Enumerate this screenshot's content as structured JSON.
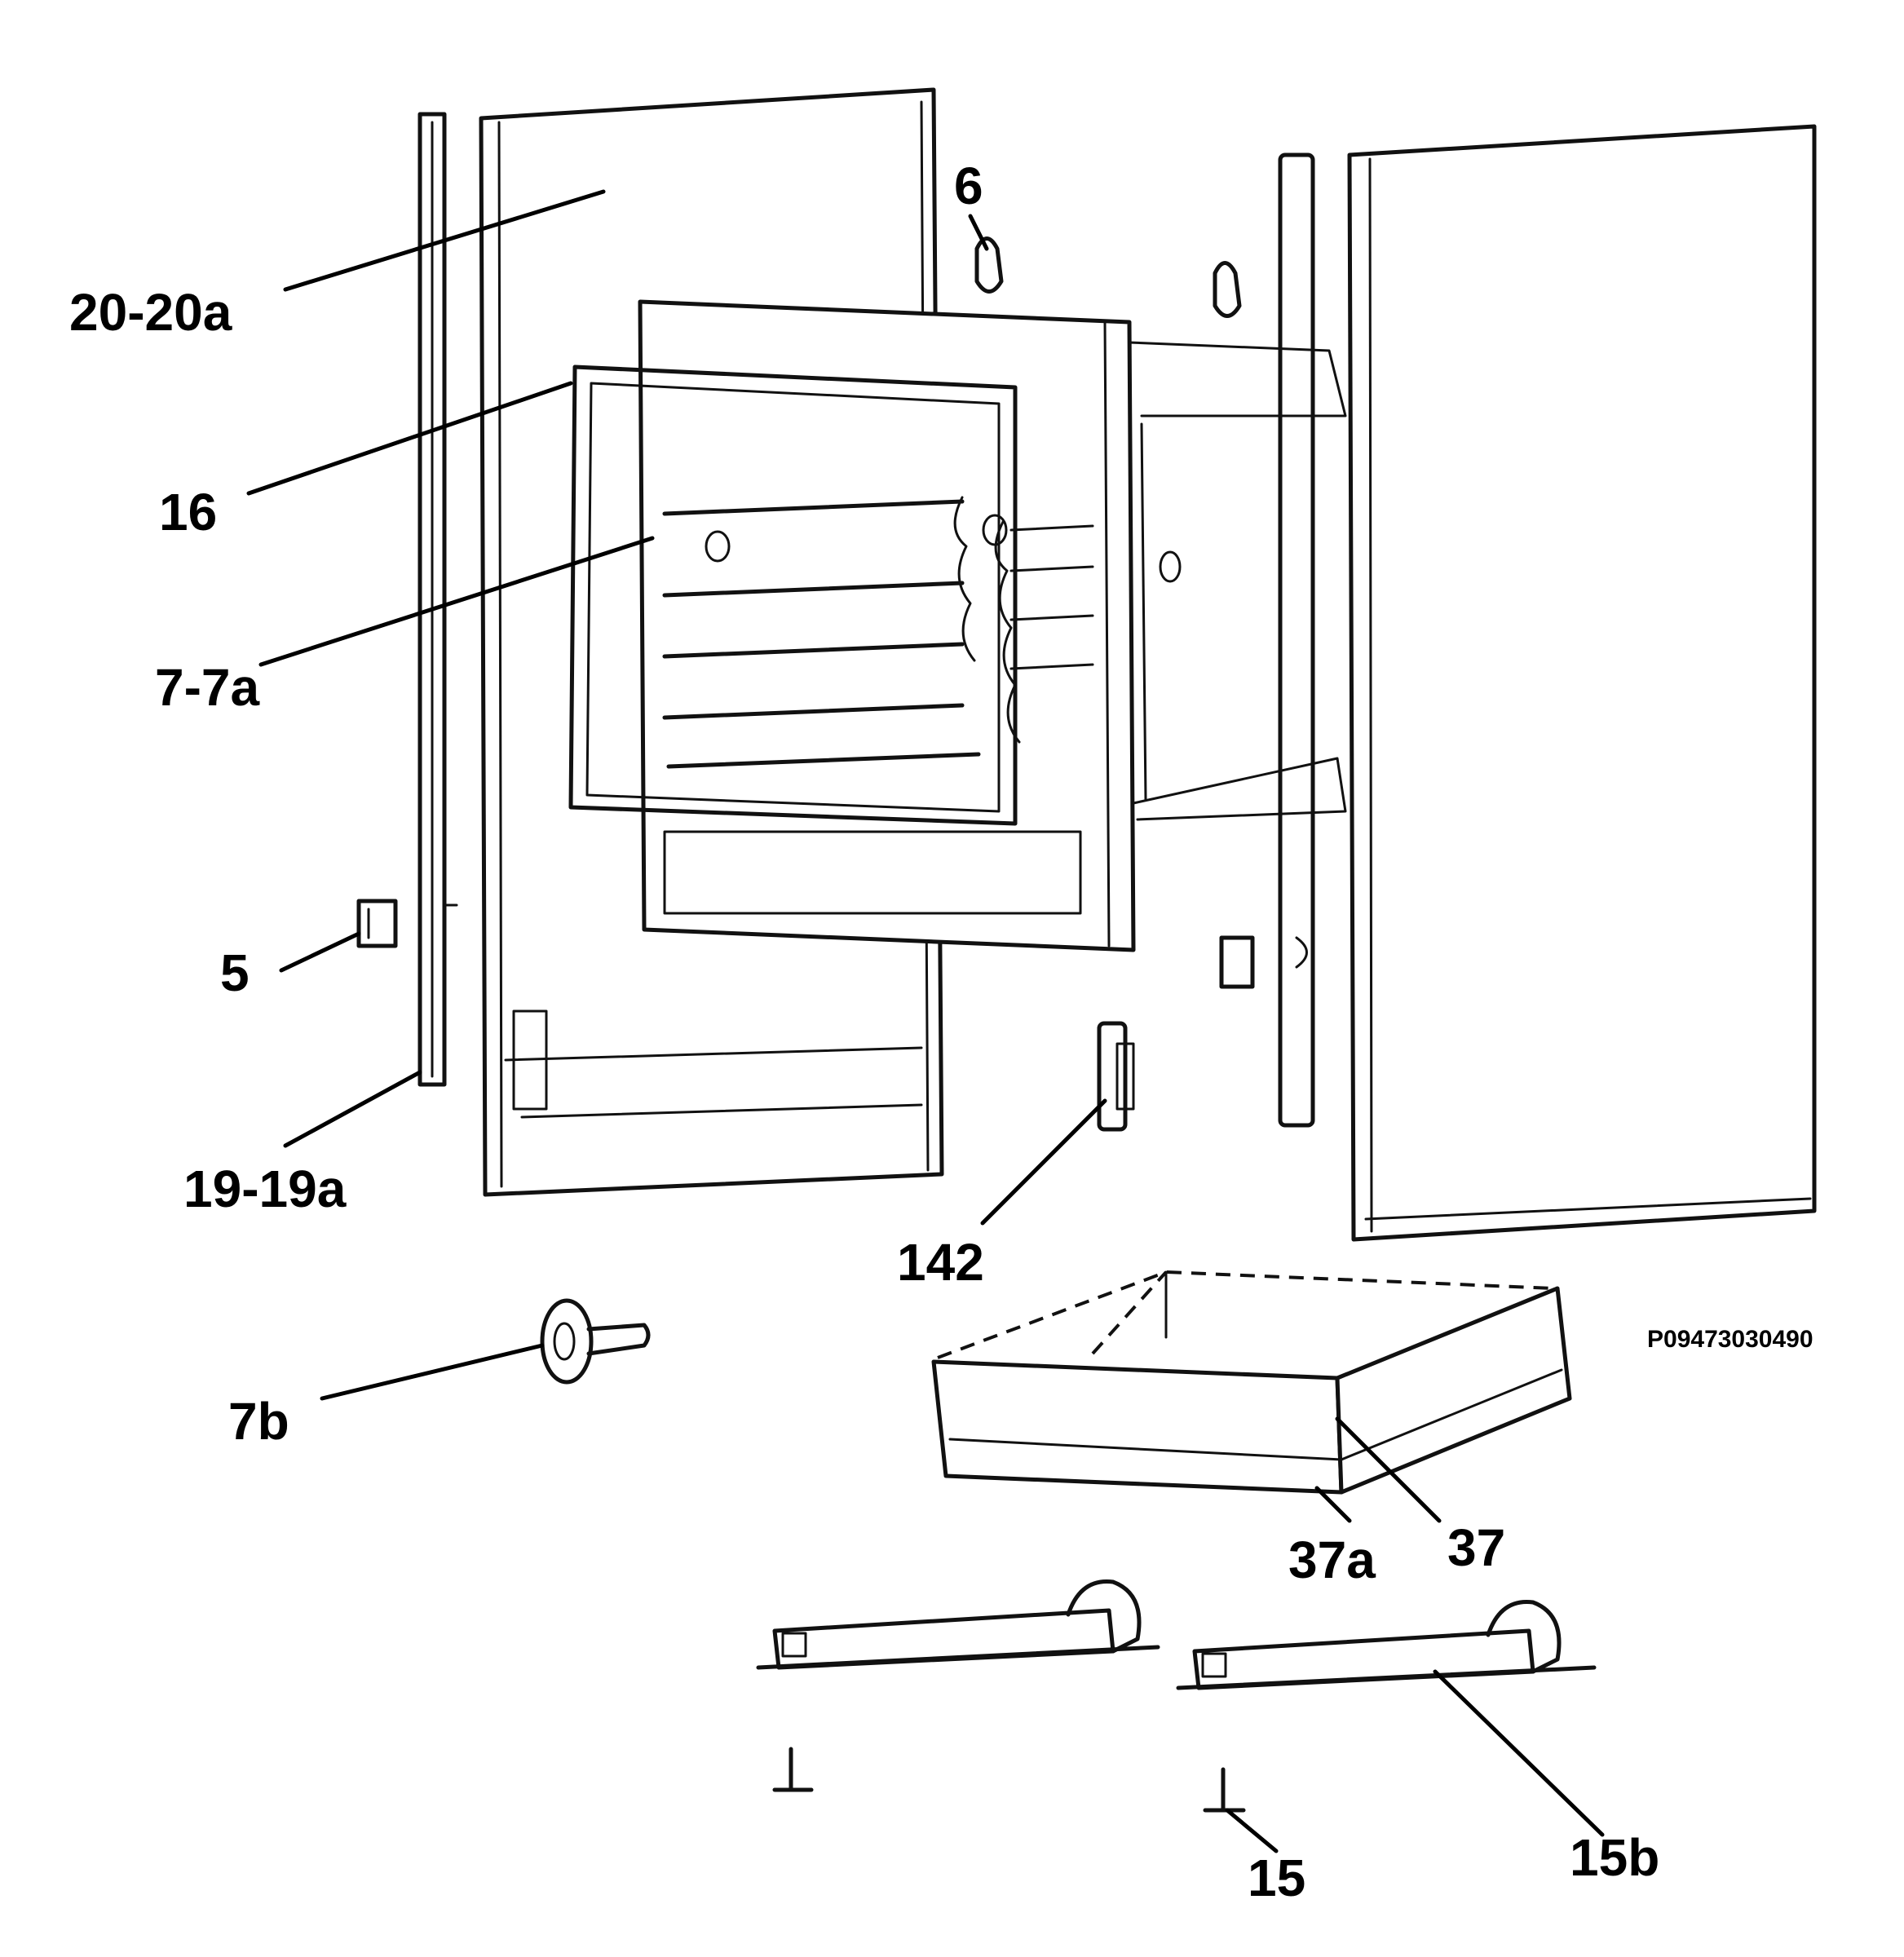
{
  "labels": {
    "l20": "20-20a",
    "l16": "16",
    "l77a": "7-7a",
    "l5": "5",
    "l1919a": "19-19a",
    "l6": "6",
    "l142": "142",
    "l7b": "7b",
    "l37": "37",
    "l37a": "37a",
    "l15": "15",
    "l15b": "15b"
  },
  "reference_code": "P09473030490"
}
